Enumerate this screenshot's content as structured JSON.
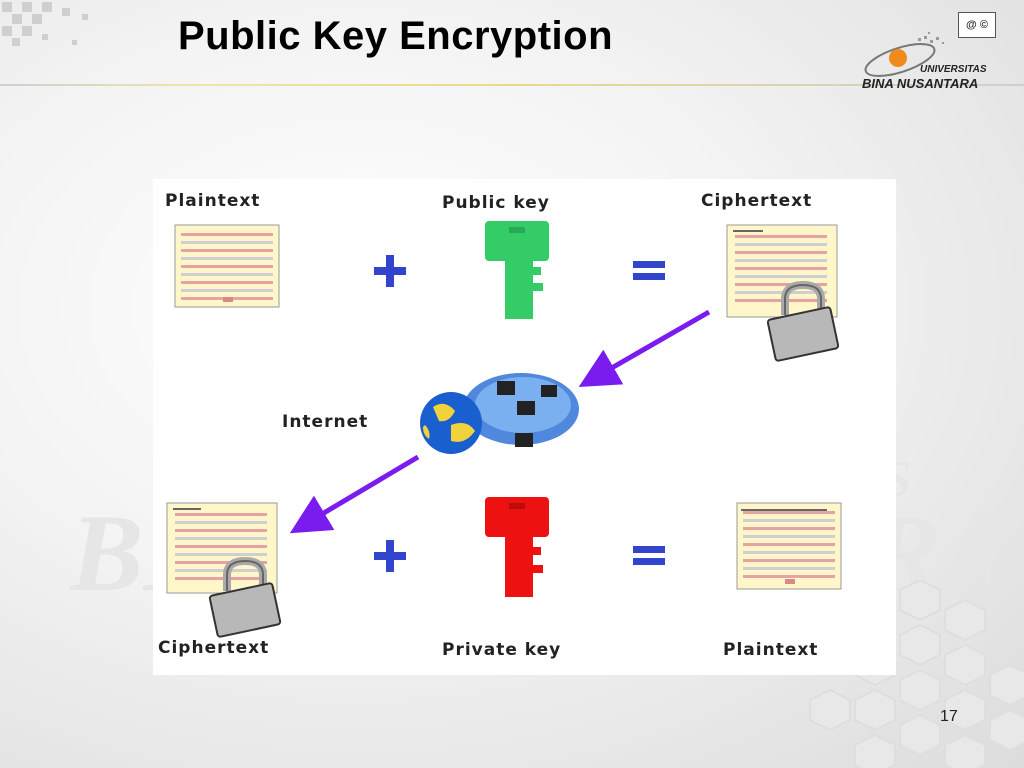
{
  "slide": {
    "title": "Public Key Encryption",
    "page_number": "17"
  },
  "logo": {
    "line1": "UNIVERSITAS",
    "line2": "BINA NUSANTARA",
    "badge": "@ ©"
  },
  "diagram": {
    "labels": {
      "plaintext_top": "Plaintext",
      "public_key": "Public key",
      "ciphertext_top": "Ciphertext",
      "internet": "Internet",
      "ciphertext_bottom": "Ciphertext",
      "private_key": "Private key",
      "plaintext_bottom": "Plaintext"
    },
    "operators": {
      "plus": "+",
      "equals": "="
    },
    "colors": {
      "public_key": "#33cc66",
      "private_key": "#ee1111",
      "arrow": "#7a1cf0",
      "operator": "#3344cc"
    }
  }
}
